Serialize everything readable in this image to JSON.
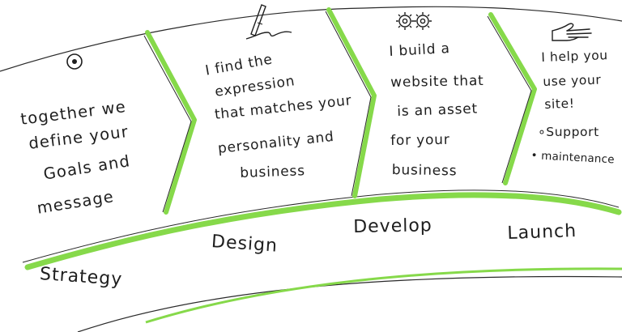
{
  "colors": {
    "ink": "#1e1e1e",
    "accent": "#86d94a"
  },
  "icons": [
    "target-icon",
    "pen-icon",
    "gears-icon",
    "hand-icon"
  ],
  "steps": [
    {
      "icon": "target-icon",
      "lines": [
        "together we",
        "define your",
        "Goals and",
        "message"
      ],
      "label": "Strategy"
    },
    {
      "icon": "pen-icon",
      "lines": [
        "I find the",
        "expression",
        "that matches your",
        "personality and",
        "business"
      ],
      "label": "Design"
    },
    {
      "icon": "gears-icon",
      "lines": [
        "I build a",
        "website that",
        "is an asset",
        "for your",
        "business"
      ],
      "label": "Develop"
    },
    {
      "icon": "hand-icon",
      "lines": [
        "I help you",
        "use your",
        "site!",
        "∘Support",
        "• maintenance"
      ],
      "label": "Launch"
    }
  ]
}
